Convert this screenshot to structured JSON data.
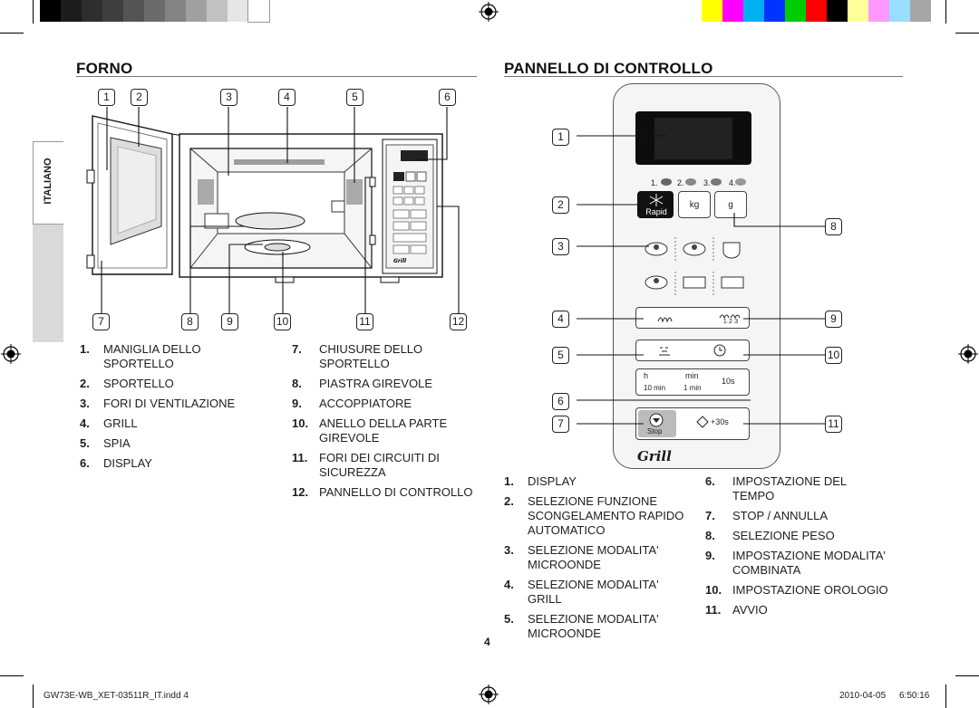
{
  "colors": {
    "gray_swatches": [
      "#000000",
      "#1c1c1c",
      "#2e2e2e",
      "#3f3f3f",
      "#545454",
      "#6b6b6b",
      "#838383",
      "#a0a0a0",
      "#c1c1c1",
      "#e6e6e6",
      "#ffffff"
    ],
    "color_swatches": [
      "#ffff00",
      "#ff00ff",
      "#00b0f0",
      "#0033ff",
      "#00cc00",
      "#ff0000",
      "#000000",
      "#ffff99",
      "#ff99ff",
      "#99ddff",
      "#a6a6a6"
    ]
  },
  "sidebar": {
    "label": "ITALIANO"
  },
  "forno": {
    "title": "FORNO",
    "callouts_top": [
      "1",
      "2",
      "3",
      "4",
      "5",
      "6"
    ],
    "callouts_bottom": [
      "7",
      "8",
      "9",
      "10",
      "11",
      "12"
    ],
    "items_left": [
      {
        "num": "1.",
        "text": "MANIGLIA DELLO SPORTELLO"
      },
      {
        "num": "2.",
        "text": "SPORTELLO"
      },
      {
        "num": "3.",
        "text": "FORI DI VENTILAZIONE"
      },
      {
        "num": "4.",
        "text": "GRILL"
      },
      {
        "num": "5.",
        "text": "SPIA"
      },
      {
        "num": "6.",
        "text": "DISPLAY"
      }
    ],
    "items_right": [
      {
        "num": "7.",
        "text": "CHIUSURE DELLO SPORTELLO"
      },
      {
        "num": "8.",
        "text": "PIASTRA GIREVOLE"
      },
      {
        "num": "9.",
        "text": "ACCOPPIATORE"
      },
      {
        "num": "10.",
        "text": "ANELLO DELLA PARTE GIREVOLE"
      },
      {
        "num": "11.",
        "text": "FORI DEI CIRCUITI DI SICUREZZA"
      },
      {
        "num": "12.",
        "text": "PANNELLO DI CONTROLLO"
      }
    ]
  },
  "pannello": {
    "title": "PANNELLO DI CONTROLLO",
    "callouts_left": [
      "1",
      "2",
      "3",
      "4",
      "5",
      "6",
      "7"
    ],
    "callouts_right": [
      "8",
      "9",
      "10",
      "11"
    ],
    "panel": {
      "weight_kg": "kg",
      "weight_g": "g",
      "rapid": "Rapid",
      "auto_nums": [
        "1.",
        "2.",
        "3.",
        "4."
      ],
      "combi_levels": "1·2·3",
      "time_h": "h",
      "time_min": "min",
      "time_10s": "10s",
      "time_10min": "10 min",
      "time_1min": "1 min",
      "stop": "Stop",
      "start": "+30s",
      "brand": "Grill"
    },
    "items_left": [
      {
        "num": "1.",
        "text": "DISPLAY"
      },
      {
        "num": "2.",
        "text": "SELEZIONE FUNZIONE SCONGELAMENTO RAPIDO AUTOMATICO"
      },
      {
        "num": "3.",
        "text": "SELEZIONE MODALITA' MICROONDE"
      },
      {
        "num": "4.",
        "text": "SELEZIONE MODALITA' GRILL"
      },
      {
        "num": "5.",
        "text": "SELEZIONE MODALITA' MICROONDE"
      }
    ],
    "items_right": [
      {
        "num": "6.",
        "text": "IMPOSTAZIONE DEL TEMPO"
      },
      {
        "num": "7.",
        "text": "STOP / ANNULLA"
      },
      {
        "num": "8.",
        "text": "SELEZIONE PESO"
      },
      {
        "num": "9.",
        "text": "IMPOSTAZIONE MODALITA' COMBINATA"
      },
      {
        "num": "10.",
        "text": "IMPOSTAZIONE OROLOGIO"
      },
      {
        "num": "11.",
        "text": "AVVIO"
      }
    ]
  },
  "page_number": "4",
  "footer": {
    "file": "GW73E-WB_XET-03511R_IT.indd   4",
    "date": "2010-04-05",
    "time": "6:50:16"
  }
}
